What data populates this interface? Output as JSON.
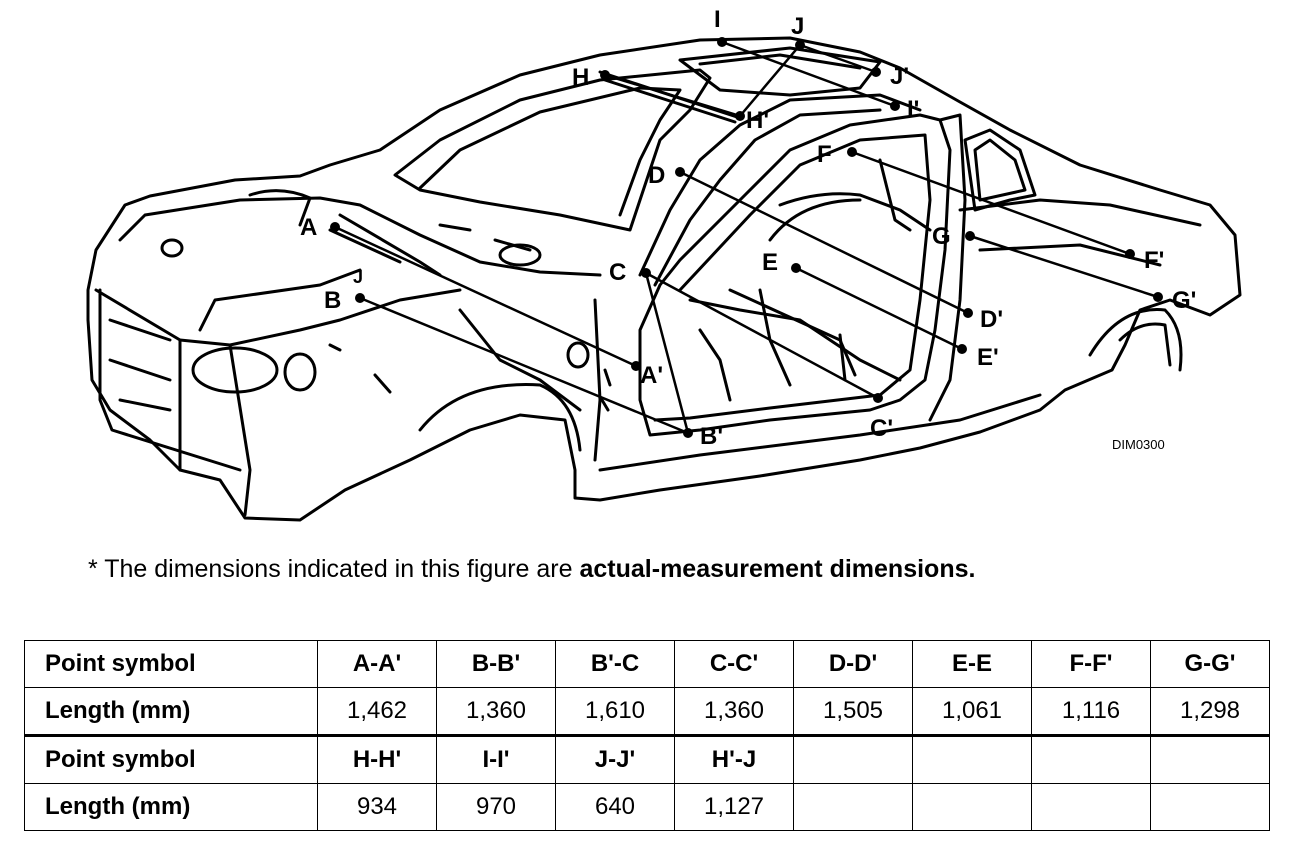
{
  "figure": {
    "code": "DIM0300",
    "points": {
      "I": "I",
      "J": "J",
      "H": "H",
      "J_prime": "J'",
      "H_prime": "H'",
      "I_prime": "I'",
      "D": "D",
      "F": "F",
      "A": "A",
      "C": "C",
      "E": "E",
      "G": "G",
      "F_prime": "F'",
      "B": "B",
      "G_prime": "G'",
      "D_prime": "D'",
      "E_prime": "E'",
      "A_prime": "A'",
      "B_prime": "B'",
      "C_prime": "C'",
      "J_small": "J"
    }
  },
  "note": {
    "prefix": "* The dimensions indicated in this figure are ",
    "bold": "actual-measurement dimensions."
  },
  "table": {
    "row_symbol_label": "Point symbol",
    "row_length_label": "Length (mm)",
    "group1": {
      "symbols": [
        "A-A'",
        "B-B'",
        "B'-C",
        "C-C'",
        "D-D'",
        "E-E",
        "F-F'",
        "G-G'"
      ],
      "lengths": [
        "1,462",
        "1,360",
        "1,610",
        "1,360",
        "1,505",
        "1,061",
        "1,116",
        "1,298"
      ]
    },
    "group2": {
      "symbols": [
        "H-H'",
        "I-I'",
        "J-J'",
        "H'-J",
        "",
        "",
        "",
        ""
      ],
      "lengths": [
        "934",
        "970",
        "640",
        "1,127",
        "",
        "",
        "",
        ""
      ]
    }
  }
}
